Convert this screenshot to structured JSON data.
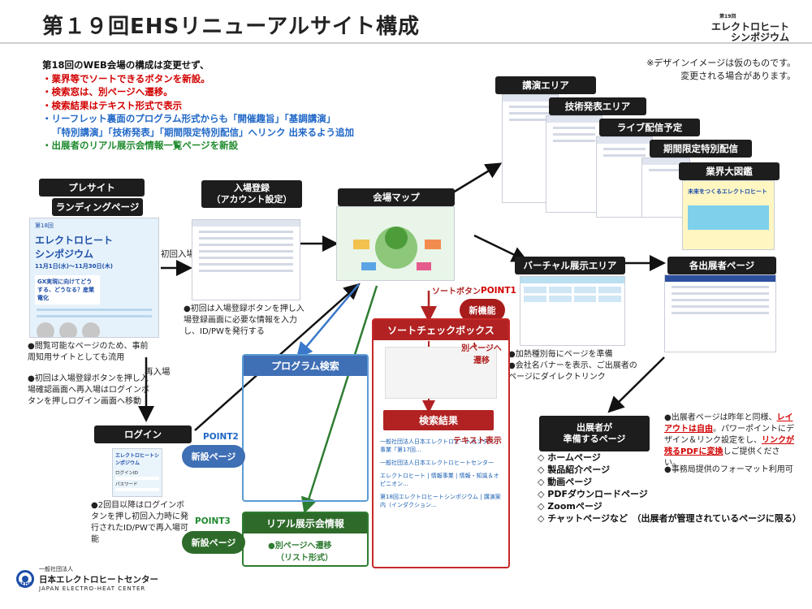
{
  "header": {
    "title": "第１９回EHSリニューアルサイト構成",
    "logo_small": "第19回",
    "logo_line1": "エレクトロヒート",
    "logo_line2": "シンポジウム"
  },
  "intro": {
    "line1": "第18回のWEB会場の構成は変更せず、",
    "line2": "・業界等でソートできるボタンを新設。",
    "line3": "・検索窓は、別ページへ遷移。",
    "line4": "・検索結果はテキスト形式で表示",
    "line5": "・リーフレット裏面のプログラム形式からも「開催趣旨」「基調講演」",
    "line6": "「特別講演」「技術発表」「期間限定特別配信」へリンク 出来るよう追加",
    "line7": "・出展者のリアル展示会情報一覧ページを新設"
  },
  "design_note": {
    "line1": "※デザインイメージは仮のものです。",
    "line2": "変更される場合があります。"
  },
  "presite": {
    "label": "プレサイト",
    "sublabel": "ランディングページ",
    "shot_title1": "第18回",
    "shot_title2": "エレクトロヒート",
    "shot_title3": "シンポジウム",
    "shot_date": "11月1日(水)〜11月30日(木)",
    "shot_tagline": "GX実現に向けてどうする、どうなる？産業電化",
    "note1": "●閲覧可能なページのため、事前周知用サイトとしても流用",
    "note2": "●初回は入場登録ボタンを押し入場確認画面へ再入場はログインボタンを押しログイン画面へ移動"
  },
  "registration": {
    "label_line1": "入場登録",
    "label_line2": "（アカウント設定）",
    "note": "●初回は入場登録ボタンを押し入場登録画面に必要な情報を入力し、ID/PWを発行する"
  },
  "arrows": {
    "first_entry": "初回入場",
    "reentry": "再入場",
    "sort_button": "ソートボタン"
  },
  "login": {
    "label": "ログイン",
    "shot_title": "エレクトロヒートシンポジウム",
    "id_label": "ログインID",
    "pw_label": "パスワード",
    "note": "●2回目以降はログインボタンを押し初回入力時に発行されたID/PWで再入場可能"
  },
  "venue_map": {
    "label": "会場マップ"
  },
  "lecture_area": {
    "l1": "講演エリア",
    "l2": "技術発表エリア",
    "l3": "ライブ配信予定",
    "l4": "期間限定特別配信",
    "l5": "業界大図鑑",
    "shot_text": "未来をつくるエレクトロヒート"
  },
  "virtual": {
    "label": "バーチャル展示エリア",
    "note1": "●加熱種別毎にページを準備",
    "note2": "●会社名バナーを表示、ご出展者のページにダイレクトリンク"
  },
  "exhibitor": {
    "label": "各出展者ページ",
    "note_prefix": "●出展者ページは昨年と同様、",
    "note_red1": "レイアウトは自由",
    "note_mid": "。パワーポイントにデザイン＆リンク設定をし、",
    "note_red2": "リンクが残るPDFに変換",
    "note_suffix": "しご提供ください。",
    "note2": "●事務局提供のフォーマット利用可"
  },
  "prepared": {
    "line1": "出展者が",
    "line2": "準備するページ",
    "items": [
      "◇ ホームページ",
      "◇ 製品紹介ページ",
      "◇ 動画ページ",
      "◇ PDFダウンロードページ",
      "◇ Zoomページ",
      "◇ チャットページなど　（出展者が管理されているページに限る）"
    ]
  },
  "program": {
    "label": "プログラム検索",
    "point": "POINT2",
    "new_page": "新設ページ"
  },
  "sort_check": {
    "point": "POINT1",
    "new_feature": "新機能",
    "label": "ソートチェックボックス",
    "transition": "別ページへ遷移",
    "results_label": "検索結果",
    "text_display": "テキスト表示",
    "r1": "一般社団法人日本エレクトロヒートセンター - 事業「第17回...",
    "r2": "一般社団法人日本エレクトロヒートセンター",
    "r3": "エレクトロヒート | 情報事業 | 情報・知識＆オピニオン...",
    "r4": "第18回エレクトロヒートシンポジウム | 講演案内（インダクション..."
  },
  "real": {
    "label": "リアル展示会情報",
    "point": "POINT3",
    "new_page": "新設ページ",
    "note1": "●別ページへ遷移",
    "note2": "（リスト形式）"
  },
  "footer": {
    "t1": "一般社団法人",
    "t2": "日本エレクトロヒートセンター",
    "t3": "JAPAN ELECTRO-HEAT CENTER",
    "t4": "JEHC"
  }
}
